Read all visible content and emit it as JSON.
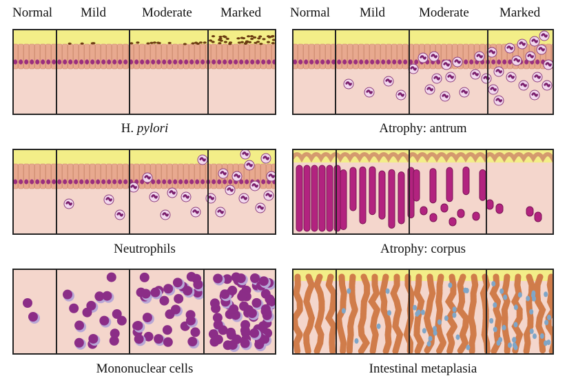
{
  "grades": [
    "Normal",
    "Mild",
    "Moderate",
    "Marked"
  ],
  "panels": [
    {
      "id": "h-pylori",
      "caption": "H. ",
      "caption_italic": "pylori"
    },
    {
      "id": "atrophy-antrum",
      "caption": "Atrophy: antrum"
    },
    {
      "id": "neutrophils",
      "caption": "Neutrophils"
    },
    {
      "id": "atrophy-corpus",
      "caption": "Atrophy: corpus"
    },
    {
      "id": "mononuclear",
      "caption": "Mononuclear cells"
    },
    {
      "id": "metaplasia",
      "caption": "Intestinal metaplasia"
    }
  ],
  "colors": {
    "lumen": "#f3ee88",
    "mucosa": "#f4d6cc",
    "epithelium": "#e8a98f",
    "nucleus": "#9b2f7e",
    "bacteria": "#6b3b12",
    "neutrophil": "#f2d9ee",
    "neutrophil_nucleus": "#7a1f6d",
    "lymphocyte": "#8b2d87",
    "plasma_cell": "#b8a7d6",
    "gland": "#b2237f",
    "metaplasia_gland": "#d07c4a",
    "goblet_cell": "#7fa6c8"
  }
}
